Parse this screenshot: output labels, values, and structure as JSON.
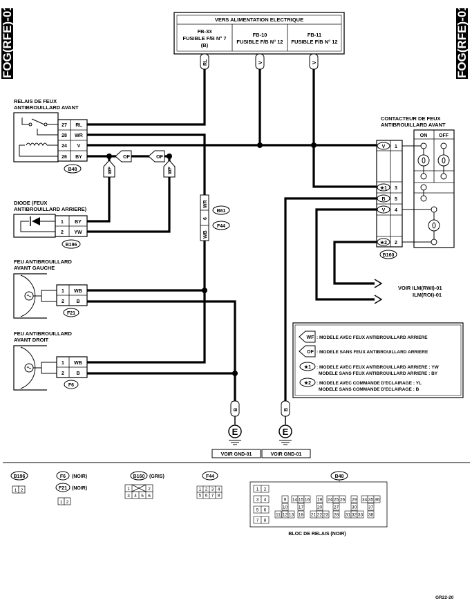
{
  "side_tab": "FOG(RFE)-01",
  "footer_code": "GR22-20",
  "power_box": {
    "title": "VERS ALIMENTATION ELECTRIQUE",
    "fuses": [
      {
        "line1": "FB-33",
        "line2": "FUSIBLE F/B N° 7",
        "line3": "(B)",
        "wire": "RL"
      },
      {
        "line1": "FB-10",
        "line2": "FUSIBLE F/B N° 12",
        "wire": "V"
      },
      {
        "line1": "FB-11",
        "line2": "FUSIBLE F/B N° 12",
        "wire": "V"
      }
    ]
  },
  "relay": {
    "label1": "RELAIS DE FEUX",
    "label2": "ANTIBROUILLARD AVANT",
    "connector": "B48",
    "pins": [
      {
        "num": "27",
        "color": "RL"
      },
      {
        "num": "28",
        "color": "WR"
      },
      {
        "num": "24",
        "color": "V"
      },
      {
        "num": "26",
        "color": "BY"
      }
    ]
  },
  "diode": {
    "label1": "DIODE (FEUX",
    "label2": "ANTIBROUILLARD ARRIERE)",
    "connector": "B196",
    "pins": [
      {
        "num": "1",
        "color": "BY"
      },
      {
        "num": "2",
        "color": "YW"
      }
    ]
  },
  "lamp_left": {
    "label1": "FEU ANTIBROUILLARD",
    "label2": "AVANT GAUCHE",
    "connector": "F21",
    "pins": [
      {
        "num": "1",
        "color": "WB"
      },
      {
        "num": "2",
        "color": "B"
      }
    ]
  },
  "lamp_right": {
    "label1": "FEU ANTIBROUILLARD",
    "label2": "AVANT DROIT",
    "connector": "F6",
    "pins": [
      {
        "num": "1",
        "color": "WB"
      },
      {
        "num": "2",
        "color": "B"
      }
    ]
  },
  "switch": {
    "label1": "CONTACTEUR DE FEUX",
    "label2": "ANTIBROUILLARD AVANT",
    "connector": "B160",
    "col_on": "ON",
    "col_off": "OFF",
    "pins": [
      {
        "num": "1",
        "color": "V"
      },
      {
        "num": "3",
        "color": "★1"
      },
      {
        "num": "5",
        "color": "B"
      },
      {
        "num": "4",
        "color": "V"
      },
      {
        "num": "2",
        "color": "★2"
      }
    ]
  },
  "joint": {
    "top_color": "WR",
    "pin": "6",
    "bottom_color": "WB",
    "conn1": "B61",
    "conn2": "F44"
  },
  "flags": {
    "wf": "WF",
    "of": "OF"
  },
  "see_ilm": {
    "line1": "VOIR ILM(RWI)-01",
    "line2": "ILM(ROI)-01"
  },
  "grounds": [
    {
      "wire": "B",
      "symbol": "E",
      "label": "VOIR GND-01"
    },
    {
      "wire": "B",
      "symbol": "E",
      "label": "VOIR GND-01"
    }
  ],
  "legend": [
    {
      "tag": "WF",
      "text": ": MODELE AVEC FEUX ANTIBROUILLARD ARRIERE"
    },
    {
      "tag": "OF",
      "text": ": MODELE SANS FEUX ANTIBROUILLARD ARRIERE"
    },
    {
      "tag": "★1",
      "text1": ": MODELE AVEC FEUX ANTIBROUILLARD ARRIERE : YW",
      "text2": "MODELE SANS FEUX ANTIBROUILLARD ARRIERE : BY"
    },
    {
      "tag": "★2",
      "text1": ": MODELE AVEC COMMANDE D'ECLAIRAGE : YL",
      "text2": "MODELE SANS COMMANDE D'ECLAIRAGE : B"
    }
  ],
  "connectors_bottom": {
    "b196": {
      "name": "B196",
      "cells": [
        "1",
        "2"
      ]
    },
    "f6": {
      "name": "F6",
      "note": "(NOIR)"
    },
    "f21": {
      "name": "F21",
      "note": "(NOIR)",
      "cells": [
        "1",
        "2"
      ]
    },
    "b160": {
      "name": "B160",
      "note": "(GRIS)",
      "row1": [
        "1",
        "2"
      ],
      "row2": [
        "3",
        "4",
        "5",
        "6"
      ]
    },
    "f44": {
      "name": "F44",
      "row1": [
        "1",
        "2",
        "3",
        "4"
      ],
      "row2": [
        "5",
        "6",
        "7",
        "8"
      ]
    },
    "b48": {
      "name": "B48",
      "caption": "BLOC DE RELAIS (NOIR)",
      "left": [
        [
          "1",
          "2"
        ],
        [
          "3",
          "4"
        ],
        [
          "5",
          "6"
        ],
        [
          "7",
          "8"
        ]
      ],
      "row_a": [
        "9",
        "14",
        "15",
        "16",
        "19",
        "24",
        "25",
        "26",
        "29",
        "34",
        "35",
        "36"
      ],
      "row_b": [
        "10",
        "17",
        "20",
        "27",
        "30",
        "37"
      ],
      "row_c": [
        "11",
        "12",
        "13",
        "18",
        "21",
        "22",
        "23",
        "28",
        "31",
        "32",
        "33",
        "38"
      ]
    }
  }
}
